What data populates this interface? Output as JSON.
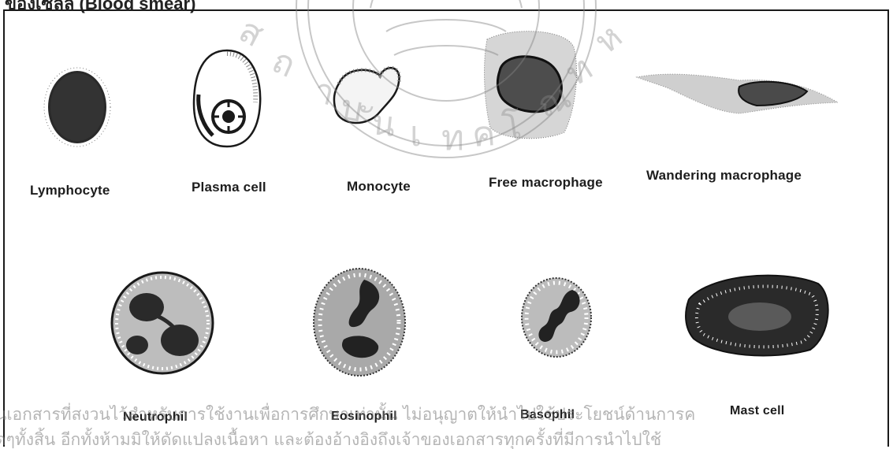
{
  "header": {
    "text": "ของเซลล์ (Blood smear)"
  },
  "watermark": {
    "seal_text": "สถาบันเทคโนโลยีพระจอมเกล้าเจ้าคุณทหารลาดกระบัง",
    "line1": "นเอกสารที่สงวนไว้สำหรับการใช้งานเพื่อการศึกษาเท่านั้น ไม่อนุญาตให้นำไปใช้ประโยชน์ด้านการค",
    "line2": "ดๆทั้งสิ้น อีกทั้งห้ามมิให้ดัดแปลงเนื้อหา และต้องอ้างอิงถึงเจ้าของเอกสารทุกครั้งที่มีการนำไปใช้"
  },
  "cells": [
    {
      "label": "Lymphocyte"
    },
    {
      "label": "Plasma cell"
    },
    {
      "label": "Monocyte"
    },
    {
      "label": "Free macrophage"
    },
    {
      "label": "Wandering macrophage"
    },
    {
      "label": "Neutrophil"
    },
    {
      "label": "Eosinophil"
    },
    {
      "label": "Basophil"
    },
    {
      "label": "Mast cell"
    }
  ],
  "colors": {
    "ink": "#1a1a1a",
    "watermark": "#9a9a9a"
  }
}
